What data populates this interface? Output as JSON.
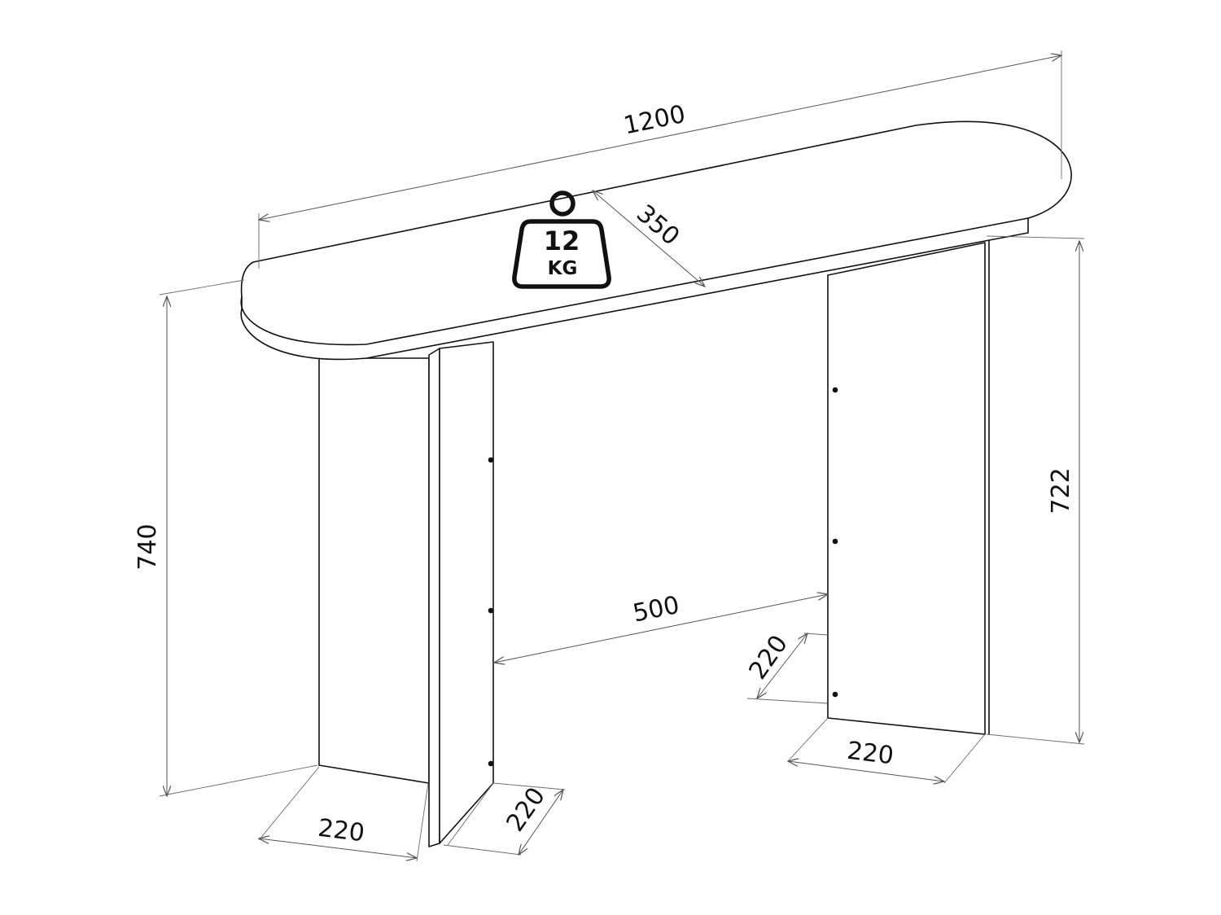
{
  "dimensions": {
    "width": "1200",
    "depth": "350",
    "height_total": "740",
    "height_leg": "722",
    "leg_spacing": "500",
    "leg_width_left_front": "220",
    "leg_depth_left": "220",
    "leg_depth_right": "220",
    "leg_width_right_bottom": "220"
  },
  "weight_badge": {
    "value": "12",
    "unit": "KG"
  }
}
